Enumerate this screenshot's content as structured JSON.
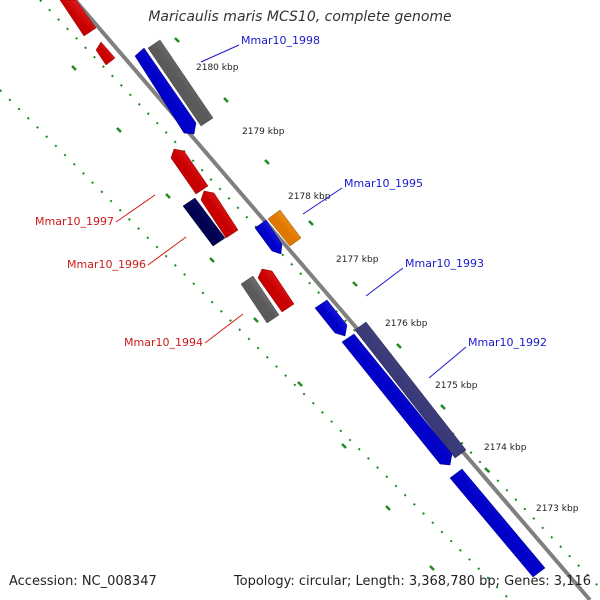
{
  "title": "Maricaulis maris MCS10, complete genome",
  "footer": {
    "accession": "Accession: NC_008347",
    "topology": "Topology: circular; Length: 3,368,780 bp; Genes: 3,116"
  },
  "colors": {
    "backbone": "#8c8c8c",
    "ticks": "#1e8a1e",
    "forward_label": "#1a1acc",
    "reverse_label": "#cc1a1a",
    "blue_gene": "#1010ee",
    "red_gene": "#ee1010",
    "gray_gene": "#777777",
    "navy_gene": "#101070",
    "orange_gene": "#ff9010",
    "slate_gene": "#505090"
  },
  "scale_labels": [
    "2180 kbp",
    "2179 kbp",
    "2178 kbp",
    "2177 kbp",
    "2176 kbp",
    "2175 kbp",
    "2174 kbp",
    "2173 kbp"
  ],
  "gene_labels": [
    {
      "text": "Mmar10_1998",
      "strand": "forward"
    },
    {
      "text": "Mmar10_1995",
      "strand": "forward"
    },
    {
      "text": "Mmar10_1993",
      "strand": "forward"
    },
    {
      "text": "Mmar10_1992",
      "strand": "forward"
    },
    {
      "text": "Mmar10_1997",
      "strand": "reverse"
    },
    {
      "text": "Mmar10_1996",
      "strand": "reverse"
    },
    {
      "text": "Mmar10_1994",
      "strand": "reverse"
    }
  ]
}
